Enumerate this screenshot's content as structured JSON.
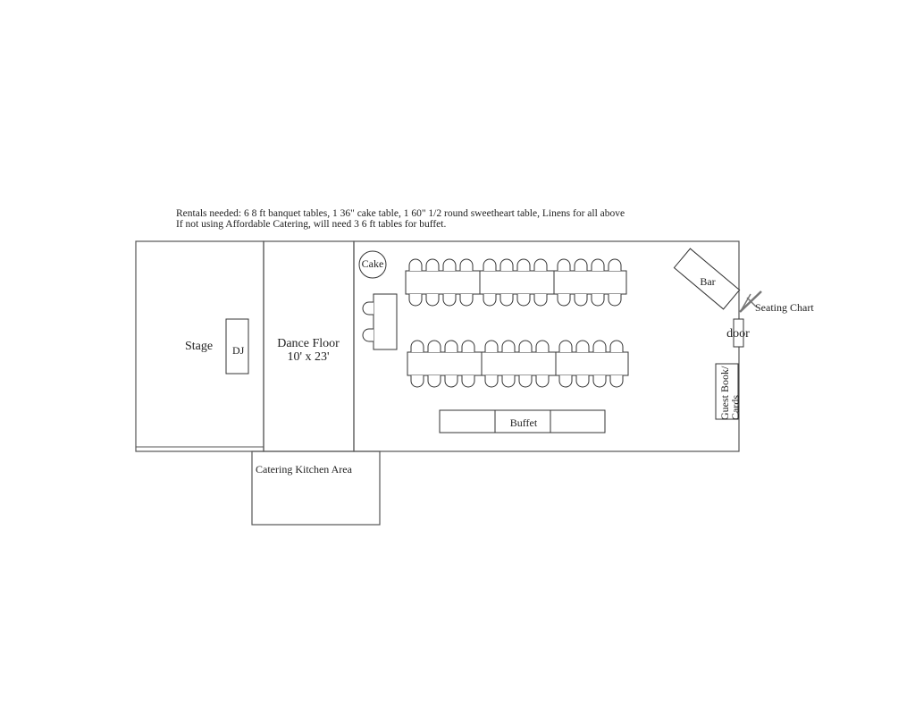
{
  "notes": {
    "line1": "Rentals needed: 6 8 ft banquet tables, 1 36\" cake table, 1 60\" 1/2 round sweetheart table, Linens for all above",
    "line2": "If not using Affordable Catering, will need 3 6 ft tables for buffet."
  },
  "areas": {
    "stage": "Stage",
    "dj": "DJ",
    "dance_floor": "Dance Floor",
    "dance_floor_size": "10' x 23'",
    "kitchen": "Catering Kitchen Area"
  },
  "furniture": {
    "cake": "Cake",
    "bar": "Bar",
    "buffet": "Buffet",
    "door": "door",
    "seating_chart": "Seating Chart",
    "guest_book_line1": "Guest Book/",
    "guest_book_line2": "Cards"
  }
}
